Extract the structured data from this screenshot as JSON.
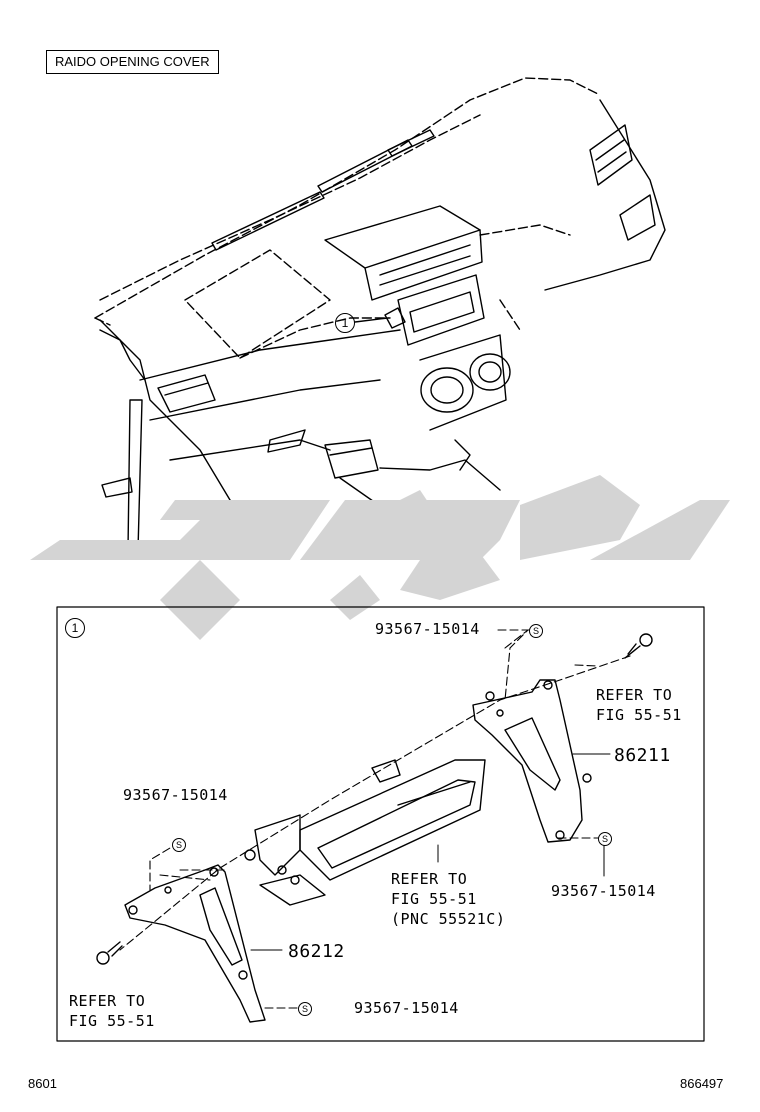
{
  "diagram": {
    "title": "RAIDO OPENING COVER",
    "callout_number": "1",
    "s_symbol": "S",
    "labels": {
      "bolt_top": "93567-15014",
      "refer_right_1": "REFER TO",
      "refer_right_2": "FIG 55-51",
      "part_86211": "86211",
      "bolt_left": "93567-15014",
      "refer_center_1": "REFER TO",
      "refer_center_2": "FIG 55-51",
      "refer_center_3": "(PNC 55521C)",
      "bolt_right": "93567-15014",
      "part_86212": "86212",
      "refer_left_1": "REFER TO",
      "refer_left_2": "FIG 55-51",
      "bolt_bottom": "93567-15014"
    },
    "footer": {
      "left_code": "8601",
      "right_code": "866497"
    }
  },
  "watermark": {
    "color": "#d4d4d4"
  }
}
